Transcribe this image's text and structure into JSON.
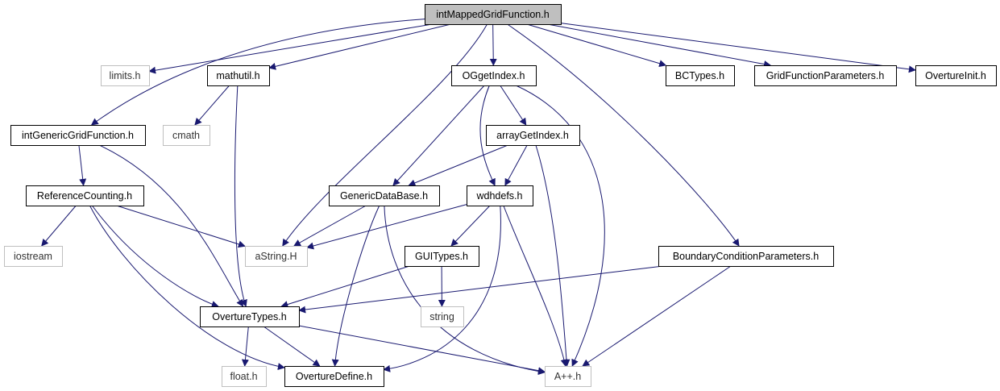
{
  "diagram": {
    "type": "include-dependency-graph",
    "colors": {
      "edge": "#191970",
      "root_fill": "#bfbfbf",
      "node_border": "#000000",
      "external_border": "#bfbfbf",
      "background": "#ffffff"
    },
    "nodes": [
      {
        "id": "root",
        "label": "intMappedGridFunction.h",
        "kind": "root"
      },
      {
        "id": "limits",
        "label": "limits.h",
        "kind": "external"
      },
      {
        "id": "mathutil",
        "label": "mathutil.h",
        "kind": "documented"
      },
      {
        "id": "oggetindex",
        "label": "OGgetIndex.h",
        "kind": "documented"
      },
      {
        "id": "bctypes",
        "label": "BCTypes.h",
        "kind": "documented"
      },
      {
        "id": "gfparams",
        "label": "GridFunctionParameters.h",
        "kind": "documented"
      },
      {
        "id": "overtureinit",
        "label": "OvertureInit.h",
        "kind": "documented"
      },
      {
        "id": "cmath",
        "label": "cmath",
        "kind": "external"
      },
      {
        "id": "intgeneric",
        "label": "intGenericGridFunction.h",
        "kind": "documented"
      },
      {
        "id": "arraygetindex",
        "label": "arrayGetIndex.h",
        "kind": "documented"
      },
      {
        "id": "refcounting",
        "label": "ReferenceCounting.h",
        "kind": "documented"
      },
      {
        "id": "genericdb",
        "label": "GenericDataBase.h",
        "kind": "documented"
      },
      {
        "id": "wdhdefs",
        "label": "wdhdefs.h",
        "kind": "documented"
      },
      {
        "id": "iostream",
        "label": "iostream",
        "kind": "external"
      },
      {
        "id": "astring",
        "label": "aString.H",
        "kind": "external"
      },
      {
        "id": "guitypes",
        "label": "GUITypes.h",
        "kind": "documented"
      },
      {
        "id": "bcparams",
        "label": "BoundaryConditionParameters.h",
        "kind": "documented"
      },
      {
        "id": "overturetypes",
        "label": "OvertureTypes.h",
        "kind": "documented"
      },
      {
        "id": "string",
        "label": "string",
        "kind": "external"
      },
      {
        "id": "float",
        "label": "float.h",
        "kind": "external"
      },
      {
        "id": "overturedefine",
        "label": "OvertureDefine.h",
        "kind": "documented"
      },
      {
        "id": "app",
        "label": "A++.h",
        "kind": "external"
      }
    ],
    "edges": [
      {
        "from": "root",
        "to": "limits"
      },
      {
        "from": "root",
        "to": "mathutil"
      },
      {
        "from": "root",
        "to": "oggetindex"
      },
      {
        "from": "root",
        "to": "bctypes"
      },
      {
        "from": "root",
        "to": "gfparams"
      },
      {
        "from": "root",
        "to": "overtureinit"
      },
      {
        "from": "root",
        "to": "intgeneric"
      },
      {
        "from": "root",
        "to": "astring"
      },
      {
        "from": "root",
        "to": "bcparams"
      },
      {
        "from": "mathutil",
        "to": "cmath"
      },
      {
        "from": "mathutil",
        "to": "overturetypes"
      },
      {
        "from": "oggetindex",
        "to": "arraygetindex"
      },
      {
        "from": "oggetindex",
        "to": "genericdb"
      },
      {
        "from": "oggetindex",
        "to": "wdhdefs"
      },
      {
        "from": "oggetindex",
        "to": "app"
      },
      {
        "from": "arraygetindex",
        "to": "genericdb"
      },
      {
        "from": "arraygetindex",
        "to": "wdhdefs"
      },
      {
        "from": "arraygetindex",
        "to": "app"
      },
      {
        "from": "intgeneric",
        "to": "refcounting"
      },
      {
        "from": "intgeneric",
        "to": "overturetypes"
      },
      {
        "from": "refcounting",
        "to": "iostream"
      },
      {
        "from": "refcounting",
        "to": "astring"
      },
      {
        "from": "refcounting",
        "to": "overturetypes"
      },
      {
        "from": "refcounting",
        "to": "overturedefine"
      },
      {
        "from": "genericdb",
        "to": "astring"
      },
      {
        "from": "genericdb",
        "to": "overturedefine"
      },
      {
        "from": "genericdb",
        "to": "app"
      },
      {
        "from": "wdhdefs",
        "to": "astring"
      },
      {
        "from": "wdhdefs",
        "to": "guitypes"
      },
      {
        "from": "wdhdefs",
        "to": "overturedefine"
      },
      {
        "from": "wdhdefs",
        "to": "app"
      },
      {
        "from": "guitypes",
        "to": "overturetypes"
      },
      {
        "from": "guitypes",
        "to": "string"
      },
      {
        "from": "bcparams",
        "to": "overturetypes"
      },
      {
        "from": "bcparams",
        "to": "app"
      },
      {
        "from": "overturetypes",
        "to": "float"
      },
      {
        "from": "overturetypes",
        "to": "overturedefine"
      },
      {
        "from": "overturetypes",
        "to": "app"
      }
    ]
  }
}
